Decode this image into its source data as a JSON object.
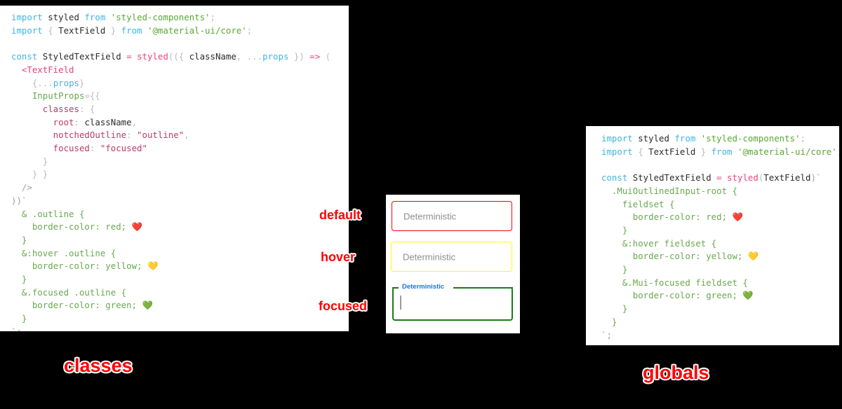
{
  "panels": {
    "classes": {
      "title": "classes",
      "code": [
        [
          [
            "import ",
            "tok-kw"
          ],
          [
            "styled",
            "tok-id"
          ],
          [
            " ",
            "tok-plain"
          ],
          [
            "from",
            "tok-kw"
          ],
          [
            " ",
            "tok-plain"
          ],
          [
            "'styled-components'",
            "tok-str"
          ],
          [
            ";",
            "tok-punc"
          ]
        ],
        [
          [
            "import ",
            "tok-kw"
          ],
          [
            "{ ",
            "tok-punc"
          ],
          [
            "TextField",
            "tok-id"
          ],
          [
            " } ",
            "tok-punc"
          ],
          [
            "from",
            "tok-kw"
          ],
          [
            " ",
            "tok-plain"
          ],
          [
            "'@material-ui/core'",
            "tok-str"
          ],
          [
            ";",
            "tok-punc"
          ]
        ],
        [
          [
            "",
            "tok-plain"
          ]
        ],
        [
          [
            "const ",
            "tok-kw"
          ],
          [
            "StyledTextField",
            "tok-id"
          ],
          [
            " = ",
            "tok-op"
          ],
          [
            "styled",
            "tok-fn"
          ],
          [
            "(({ ",
            "tok-punc"
          ],
          [
            "className",
            "tok-id"
          ],
          [
            ", ",
            "tok-punc"
          ],
          [
            "...",
            "tok-punc"
          ],
          [
            "props",
            "tok-var"
          ],
          [
            " }) ",
            "tok-punc"
          ],
          [
            "=>",
            "tok-op"
          ],
          [
            " (",
            "tok-punc"
          ]
        ],
        [
          [
            "  <TextField",
            "tok-tag"
          ]
        ],
        [
          [
            "    {...",
            "tok-punc"
          ],
          [
            "props",
            "tok-var"
          ],
          [
            "}",
            "tok-punc"
          ]
        ],
        [
          [
            "    InputProps",
            "tok-attr"
          ],
          [
            "={{",
            "tok-punc"
          ]
        ],
        [
          [
            "      classes",
            "tok-prop"
          ],
          [
            ": {",
            "tok-punc"
          ]
        ],
        [
          [
            "        root",
            "tok-prop"
          ],
          [
            ": ",
            "tok-punc"
          ],
          [
            "className",
            "tok-id"
          ],
          [
            ",",
            "tok-punc"
          ]
        ],
        [
          [
            "        notchedOutline",
            "tok-prop"
          ],
          [
            ": ",
            "tok-punc"
          ],
          [
            "\"outline\"",
            "tok-prop"
          ],
          [
            ",",
            "tok-punc"
          ]
        ],
        [
          [
            "        focused",
            "tok-prop"
          ],
          [
            ": ",
            "tok-punc"
          ],
          [
            "\"focused\"",
            "tok-prop"
          ]
        ],
        [
          [
            "      }",
            "tok-punc"
          ]
        ],
        [
          [
            "    } }",
            "tok-punc"
          ]
        ],
        [
          [
            "  />",
            "tok-dim"
          ]
        ],
        [
          [
            "))`",
            "tok-dim"
          ]
        ],
        [
          [
            "  & .outline {",
            "tok-css"
          ]
        ],
        [
          [
            "    border-color: red; ",
            "tok-css"
          ],
          [
            "❤️",
            "tok-plain"
          ]
        ],
        [
          [
            "  }",
            "tok-css"
          ]
        ],
        [
          [
            "  &:hover .outline {",
            "tok-css"
          ]
        ],
        [
          [
            "    border-color: yellow; ",
            "tok-css"
          ],
          [
            "💛",
            "tok-plain"
          ]
        ],
        [
          [
            "  }",
            "tok-css"
          ]
        ],
        [
          [
            "  &.focused .outline {",
            "tok-css"
          ]
        ],
        [
          [
            "    border-color: green; ",
            "tok-css"
          ],
          [
            "💚",
            "tok-plain"
          ]
        ],
        [
          [
            "  }",
            "tok-css"
          ]
        ],
        [
          [
            "`;",
            "tok-dim"
          ]
        ]
      ]
    },
    "globals": {
      "title": "globals",
      "code": [
        [
          [
            "import ",
            "tok-kw"
          ],
          [
            "styled",
            "tok-id"
          ],
          [
            " ",
            "tok-plain"
          ],
          [
            "from",
            "tok-kw"
          ],
          [
            " ",
            "tok-plain"
          ],
          [
            "'styled-components'",
            "tok-str"
          ],
          [
            ";",
            "tok-punc"
          ]
        ],
        [
          [
            "import ",
            "tok-kw"
          ],
          [
            "{ ",
            "tok-punc"
          ],
          [
            "TextField",
            "tok-id"
          ],
          [
            " } ",
            "tok-punc"
          ],
          [
            "from",
            "tok-kw"
          ],
          [
            " ",
            "tok-plain"
          ],
          [
            "'@material-ui/core'",
            "tok-str"
          ],
          [
            ";",
            "tok-punc"
          ]
        ],
        [
          [
            "",
            "tok-plain"
          ]
        ],
        [
          [
            "const ",
            "tok-kw"
          ],
          [
            "StyledTextField",
            "tok-id"
          ],
          [
            " = ",
            "tok-op"
          ],
          [
            "styled",
            "tok-fn"
          ],
          [
            "(",
            "tok-punc"
          ],
          [
            "TextField",
            "tok-id"
          ],
          [
            ")`",
            "tok-dim"
          ]
        ],
        [
          [
            "  .MuiOutlinedInput-root {",
            "tok-css"
          ]
        ],
        [
          [
            "    fieldset {",
            "tok-css"
          ]
        ],
        [
          [
            "      border-color: red; ",
            "tok-css"
          ],
          [
            "❤️",
            "tok-plain"
          ]
        ],
        [
          [
            "    }",
            "tok-css"
          ]
        ],
        [
          [
            "    &:hover fieldset {",
            "tok-css"
          ]
        ],
        [
          [
            "      border-color: yellow; ",
            "tok-css"
          ],
          [
            "💛",
            "tok-plain"
          ]
        ],
        [
          [
            "    }",
            "tok-css"
          ]
        ],
        [
          [
            "    &.Mui-focused fieldset {",
            "tok-css"
          ]
        ],
        [
          [
            "      border-color: green; ",
            "tok-css"
          ],
          [
            "💚",
            "tok-plain"
          ]
        ],
        [
          [
            "    }",
            "tok-css"
          ]
        ],
        [
          [
            "  }",
            "tok-css"
          ]
        ],
        [
          [
            "`;",
            "tok-dim"
          ]
        ]
      ]
    }
  },
  "demo": {
    "states": [
      {
        "key": "default",
        "annotation": "default",
        "field_text": "Deterministic",
        "border_color": "#ff0000"
      },
      {
        "key": "hover",
        "annotation": "hover",
        "field_text": "Deterministic",
        "border_color": "#ffff00"
      },
      {
        "key": "focused",
        "annotation": "focused",
        "field_text": "Deterministic",
        "border_color": "#1a7a1a",
        "label_color": "#1a73e8",
        "value": ""
      }
    ]
  },
  "colors": {
    "background": "#000000",
    "panel": "#ffffff",
    "annotation": "#ff0000",
    "red": "#ff0000",
    "yellow": "#ffff00",
    "green": "#1a7a1a",
    "focus_label_blue": "#1a73e8"
  }
}
